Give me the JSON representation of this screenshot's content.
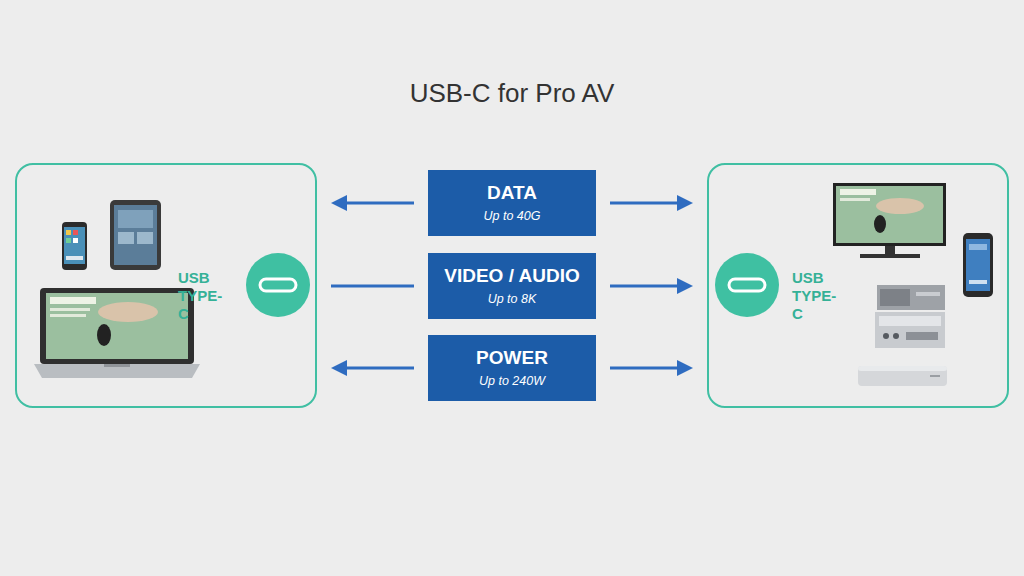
{
  "diagram": {
    "title": "USB-C for Pro AV",
    "nodes": [
      {
        "text": [
          "USB TYPE-C"
        ]
      },
      {
        "text": [
          "DATA",
          "Up to 40G"
        ]
      },
      {
        "text": [
          "VIDEO / AUDIO",
          "Up to 8K"
        ]
      },
      {
        "text": [
          "POWER",
          "Up to 240W"
        ]
      },
      {
        "text": [
          "USB TYPE-C"
        ]
      }
    ],
    "edges": [
      {
        "from": 1,
        "to": 0,
        "arrow": "to"
      },
      {
        "from": 1,
        "to": 4,
        "arrow": "to"
      },
      {
        "from": 0,
        "to": 2,
        "arrow": "none"
      },
      {
        "from": 2,
        "to": 4,
        "arrow": "to"
      },
      {
        "from": 3,
        "to": 0,
        "arrow": "to"
      },
      {
        "from": 3,
        "to": 4,
        "arrow": "to"
      }
    ]
  }
}
